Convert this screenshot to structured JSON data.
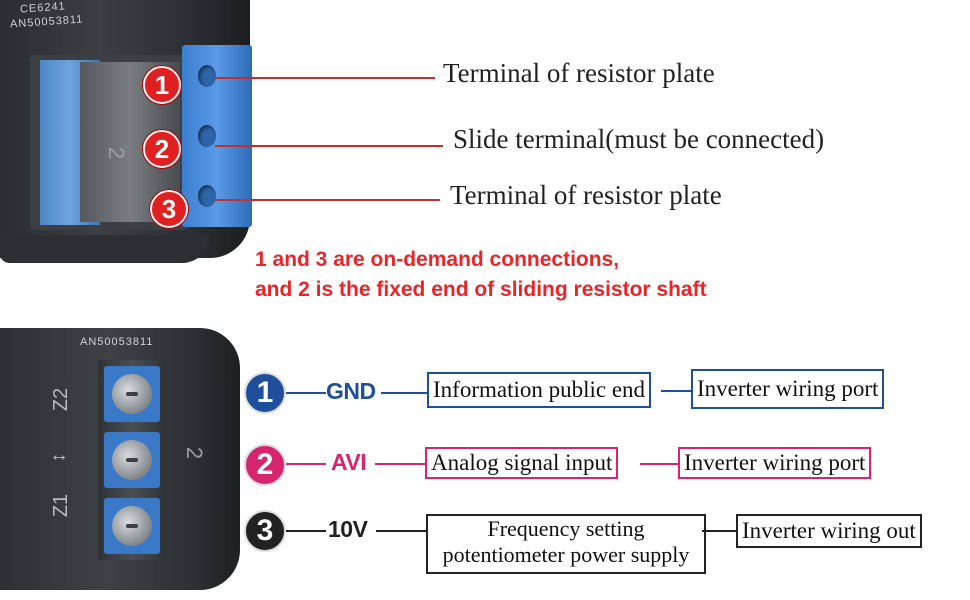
{
  "top_connector": {
    "print_line_1": "CE6241",
    "print_line_2": "AN50053811",
    "side_mark": "2"
  },
  "top_callouts": [
    {
      "number": "1",
      "label": "Terminal of resistor plate"
    },
    {
      "number": "2",
      "label": "Slide terminal(must be connected)"
    },
    {
      "number": "3",
      "label": "Terminal of resistor plate"
    }
  ],
  "note": {
    "line_1": "1 and 3 are on-demand connections,",
    "line_2": "and 2 is the fixed end of sliding resistor shaft"
  },
  "bottom_connector": {
    "print_line": "AN50053811",
    "z2_label": "Z2",
    "z1_label": "Z1",
    "arrow_label": "↕",
    "side_mark": "2"
  },
  "bottom_rows": [
    {
      "number": "1",
      "signal": "GND",
      "description": "Information public end",
      "destination": "Inverter wiring port",
      "color": "#1f4e9c"
    },
    {
      "number": "2",
      "signal": "AVI",
      "description": "Analog signal input",
      "destination": "Inverter wiring port",
      "color": "#d6246e"
    },
    {
      "number": "3",
      "signal": "10V",
      "description_line_1": "Frequency setting",
      "description_line_2": "potentiometer power supply",
      "destination": "Inverter wiring out",
      "color": "#222222"
    }
  ],
  "colors": {
    "callout_red": "#e02020",
    "note_red": "#e8262a",
    "terminal_blue": "#3b7fd0"
  }
}
